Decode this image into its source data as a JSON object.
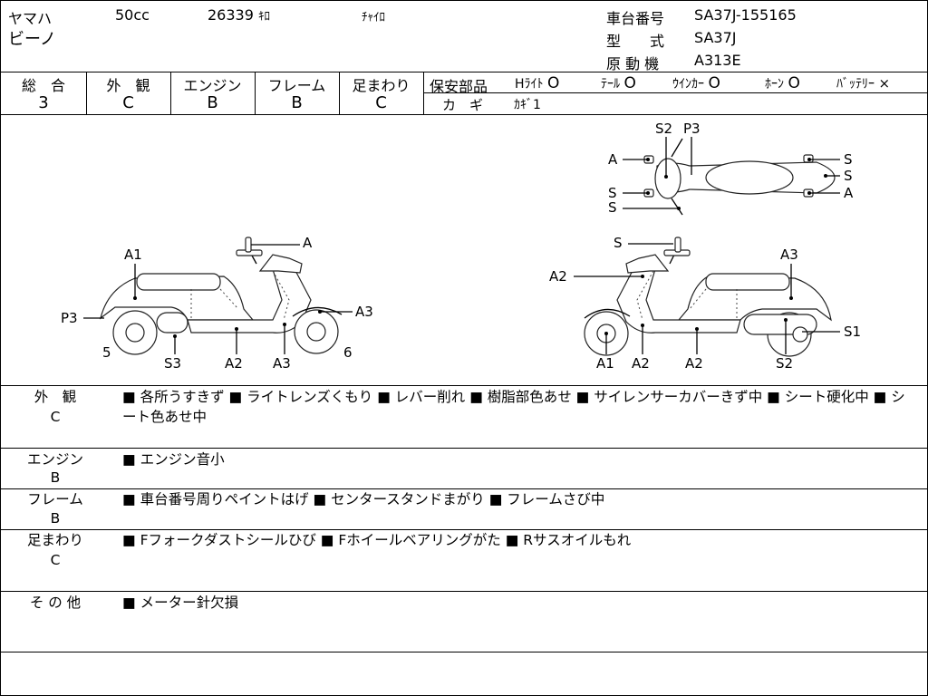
{
  "header": {
    "maker": "ヤマハ",
    "displacement": "50cc",
    "mileage": "26339",
    "mileage_unit": "ｷﾛ",
    "color": "ﾁｬｲﾛ",
    "model_name": "ビーノ",
    "frame_no_label": "車台番号",
    "frame_no_value": "SA37J-155165",
    "type_label": "型　　式",
    "type_value": "SA37J",
    "engine_label": "原 動 機",
    "engine_value": "A313E"
  },
  "ratings": [
    {
      "label": "総　合",
      "value": "3"
    },
    {
      "label": "外　観",
      "value": "C"
    },
    {
      "label": "エンジン",
      "value": "B"
    },
    {
      "label": "フレーム",
      "value": "B"
    },
    {
      "label": "足まわり",
      "value": "C"
    }
  ],
  "safety": {
    "label": "保安部品",
    "items": [
      {
        "label": "Hﾗｲﾄ",
        "mark": "O"
      },
      {
        "label": "ﾃｰﾙ",
        "mark": "O"
      },
      {
        "label": "ｳｲﾝｶｰ",
        "mark": "O"
      },
      {
        "label": "ﾎｰﾝ",
        "mark": "O"
      },
      {
        "label": "ﾊﾞｯﾃﾘｰ",
        "mark": "×"
      }
    ],
    "key_label": "カ　ギ",
    "key_value": "ｶｷﾞ1"
  },
  "diagram_labels": {
    "left": [
      "A1",
      "A",
      "P3",
      "A3",
      "5",
      "S3",
      "A2",
      "A3",
      "6"
    ],
    "right": [
      "S",
      "A3",
      "A2",
      "S1",
      "A1",
      "A2",
      "A2",
      "S2"
    ],
    "top": [
      "S2",
      "P3",
      "A",
      "S",
      "S",
      "S",
      "S",
      "A"
    ]
  },
  "sections": [
    {
      "label": "外　観",
      "rating": "C",
      "notes": "■ 各所うすきず ■ ライトレンズくもり ■ レバー削れ ■ 樹脂部色あせ ■ サイレンサーカバーきず中 ■ シート硬化中 ■ シート色あせ中"
    },
    {
      "label": "エンジン",
      "rating": "B",
      "notes": "■ エンジン音小"
    },
    {
      "label": "フレーム",
      "rating": "B",
      "notes": "■ 車台番号周りペイントはげ ■ センタースタンドまがり ■ フレームさび中"
    },
    {
      "label": "足まわり",
      "rating": "C",
      "notes": "■ Fフォークダストシールひび ■ Fホイールベアリングがた ■ Rサスオイルもれ"
    },
    {
      "label": "そ の 他",
      "rating": "",
      "notes": "■ メーター針欠損"
    }
  ]
}
